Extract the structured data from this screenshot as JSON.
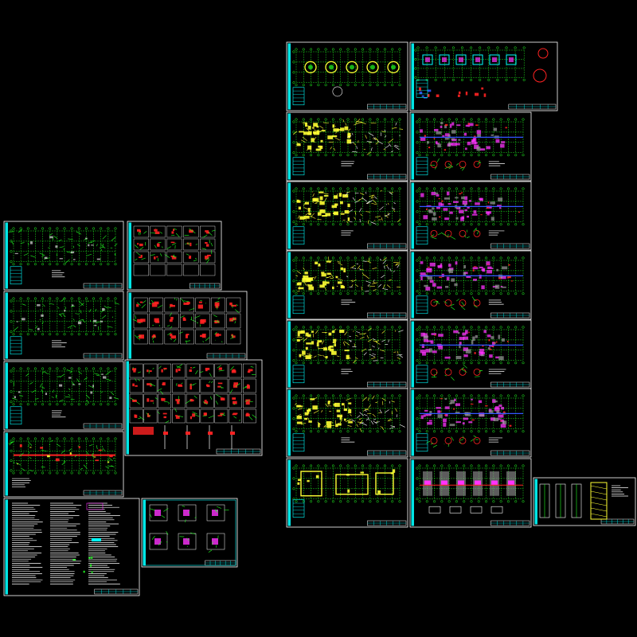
{
  "view": {
    "background": "#000000",
    "sheet_border_color": "#ffffff",
    "title_strip_color": "#00ffff",
    "palette": {
      "green": "#22ff22",
      "yellow": "#ffff33",
      "red": "#ff2222",
      "cyan": "#00ffff",
      "magenta": "#ff33ff",
      "blue": "#3355ff",
      "white": "#ffffff",
      "grey": "#9a9a9a"
    }
  },
  "sheets": [
    {
      "id": "left-plan-1",
      "kind": "plan-sparse"
    },
    {
      "id": "left-detail-1",
      "kind": "detail-table"
    },
    {
      "id": "left-plan-2",
      "kind": "plan-sparse"
    },
    {
      "id": "left-detail-2",
      "kind": "detail-table-red"
    },
    {
      "id": "left-plan-3",
      "kind": "plan-sparse"
    },
    {
      "id": "left-detail-3",
      "kind": "detail-table-large"
    },
    {
      "id": "left-plan-4",
      "kind": "plan-red-band"
    },
    {
      "id": "left-notes",
      "kind": "notes"
    },
    {
      "id": "left-details-cyan",
      "kind": "details-cyan"
    },
    {
      "id": "right-a-1",
      "kind": "plan-yellow-round"
    },
    {
      "id": "right-b-1",
      "kind": "plan-cyan-blocks"
    },
    {
      "id": "right-a-2",
      "kind": "plan-yellow"
    },
    {
      "id": "right-b-2",
      "kind": "plan-magenta"
    },
    {
      "id": "right-a-3",
      "kind": "plan-yellow"
    },
    {
      "id": "right-b-3",
      "kind": "plan-magenta"
    },
    {
      "id": "right-a-4",
      "kind": "plan-yellow"
    },
    {
      "id": "right-b-4",
      "kind": "plan-magenta"
    },
    {
      "id": "right-a-5",
      "kind": "plan-yellow"
    },
    {
      "id": "right-b-5",
      "kind": "plan-magenta"
    },
    {
      "id": "right-a-6",
      "kind": "plan-yellow"
    },
    {
      "id": "right-b-6",
      "kind": "plan-magenta"
    },
    {
      "id": "right-a-7",
      "kind": "plan-yellow-found"
    },
    {
      "id": "right-b-7",
      "kind": "plan-foundation"
    },
    {
      "id": "right-c-7",
      "kind": "sections"
    }
  ]
}
